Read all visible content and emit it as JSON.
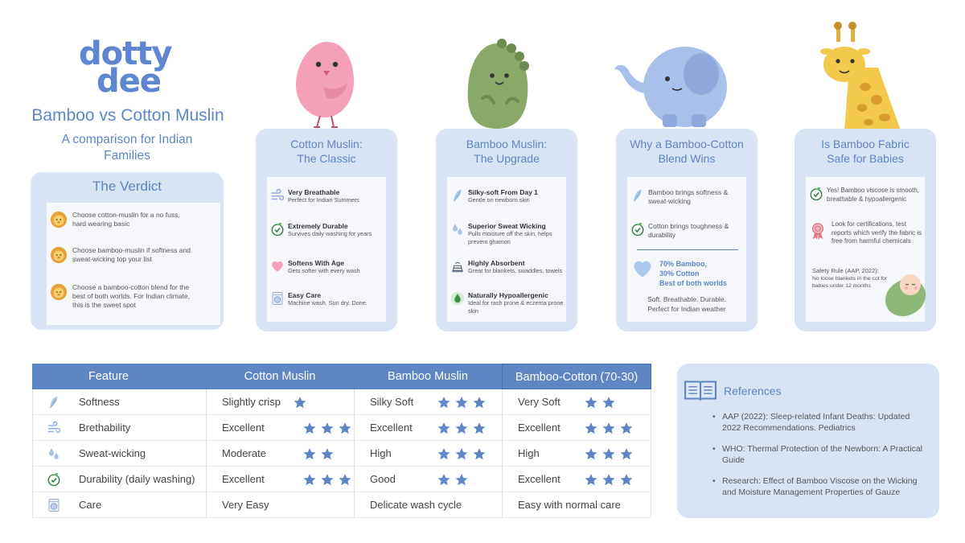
{
  "brand": {
    "logo_line1": "dotty",
    "logo_line2": "dee"
  },
  "header": {
    "title": "Bamboo vs Cotton Muslin",
    "subtitle": "A comparison for Indian Families"
  },
  "verdict": {
    "title": "The Verdict",
    "items": [
      "Choose cotton-muslin for a no fuss, hard wearing basic",
      "Choose bamboo-muslin if softness and sweat-wicking top your list",
      "Choose a bamboo-cotton blend for the best of both worlds. For Indian climate, this is the sweet spot"
    ]
  },
  "cotton": {
    "title": "Cotton Muslin: The Classic",
    "items": [
      {
        "title": "Very Breathable",
        "desc": "Perfect for Indian Summers",
        "icon": "wind-icon"
      },
      {
        "title": "Extremely Durable",
        "desc": "Survives daily washing for years",
        "icon": "check-leaf-icon"
      },
      {
        "title": "Softens With Age",
        "desc": "Gets softer with every wash",
        "icon": "heart-icon"
      },
      {
        "title": "Easy Care",
        "desc": "Machine wash. Sun dry. Done.",
        "icon": "washing-machine-icon"
      }
    ]
  },
  "bamboo": {
    "title": "Bamboo Muslin: The Upgrade",
    "items": [
      {
        "title": "Silky-soft From Day 1",
        "desc": "Gentle on newborn skin",
        "icon": "feather-icon"
      },
      {
        "title": "Superior Sweat Wicking",
        "desc": "Pulls moisture off the skin, helps prevent ghamori",
        "icon": "droplets-icon"
      },
      {
        "title": "Highly Absorbent",
        "desc": "Great for blankets, swaddles, towels",
        "icon": "towel-stack-icon"
      },
      {
        "title": "Naturally Hypoallergenic",
        "desc": "Ideal for rash prone & eczema prone skin",
        "icon": "leaf-drop-icon"
      }
    ]
  },
  "blend": {
    "title": "Why a Bamboo-Cotton Blend Wins",
    "item1": "Bamboo brings softness & sweat-wicking",
    "item2": "Cotton brings toughness & durability",
    "mix1": "70% Bamboo,",
    "mix2": "30% Cotton",
    "mix3": "Best of both worlds",
    "footer1": "Soft. Breathable. Durable.",
    "footer2": "Perfect for Indian weather"
  },
  "safety": {
    "title": "Is Bamboo Fabric Safe for Babies",
    "item1": "Yes! Bamboo viscose is smooth, breathable & hypoallergenic",
    "item2": "Look for certifications, test reports which verify the fabric is free from harmful chemicals",
    "rule": "Safety Rule (AAP, 2022):",
    "rule_desc": "No loose blankets in the cot for babies under 12 months"
  },
  "table": {
    "headers": [
      "Feature",
      "Cotton Muslin",
      "Bamboo Muslin",
      "Bamboo-Cotton (70-30)"
    ],
    "rows": [
      {
        "icon": "feather-icon",
        "feature": "Softness",
        "cotton": "Slightly crisp",
        "cotton_stars": 1,
        "bamboo": "Silky Soft",
        "bamboo_stars": 3,
        "blend": "Very Soft",
        "blend_stars": 2
      },
      {
        "icon": "wind-icon",
        "feature": "Brethability",
        "cotton": "Excellent",
        "cotton_stars": 3,
        "bamboo": "Excellent",
        "bamboo_stars": 3,
        "blend": "Excellent",
        "blend_stars": 3
      },
      {
        "icon": "droplets-icon",
        "feature": "Sweat-wicking",
        "cotton": "Moderate",
        "cotton_stars": 2,
        "bamboo": "High",
        "bamboo_stars": 3,
        "blend": "High",
        "blend_stars": 3
      },
      {
        "icon": "check-leaf-icon",
        "feature": "Durability (daily washing)",
        "cotton": "Excellent",
        "cotton_stars": 3,
        "bamboo": "Good",
        "bamboo_stars": 2,
        "blend": "Excellent",
        "blend_stars": 3
      },
      {
        "icon": "washing-machine-icon",
        "feature": "Care",
        "cotton": "Very Easy",
        "cotton_stars": 0,
        "bamboo": "Delicate wash cycle",
        "bamboo_stars": 0,
        "blend": "Easy with normal care",
        "blend_stars": 0
      }
    ]
  },
  "references": {
    "title": "References",
    "items": [
      "AAP (2022): Sleep-related Infant Deaths: Updated 2022 Recommendations. Pediatrics",
      "WHO: Thermal Protection of the Newborn: A Practical Guide",
      "Research: Effect of Bamboo Viscose on the Wicking and Moisture Management Properties of Gauze"
    ]
  },
  "colors": {
    "accent": "#5f86c4",
    "card_bg": "#d8e3f4",
    "inner_bg": "#f5f7fb",
    "bird": "#f4a0b8",
    "dino": "#8aa868",
    "elephant": "#a9c0ea",
    "giraffe": "#f2c94c"
  }
}
